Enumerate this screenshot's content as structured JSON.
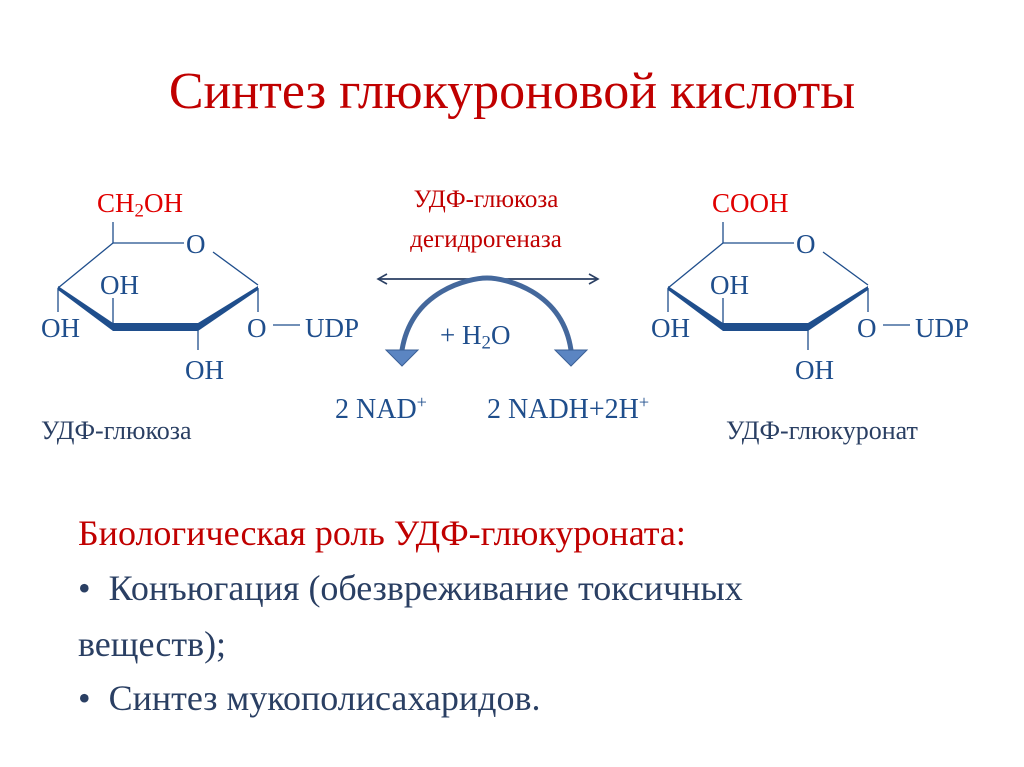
{
  "slide": {
    "title": "Синтез глюкуроновой кислоты",
    "colors": {
      "title": "#c00000",
      "structure": "#1f4e8c",
      "text": "#2a3f63",
      "highlight": "#e00000"
    }
  },
  "reaction": {
    "substrate": {
      "name": "УДФ-глюкоза",
      "c6_group": {
        "prefix": "CH",
        "sub": "2",
        "suffix": "OH"
      },
      "ring_oxygen": "O",
      "hydroxyls": [
        "OH",
        "OH",
        "OH"
      ],
      "anomeric_o": "O",
      "udp": "UDP"
    },
    "enzyme": {
      "line1": "УДФ-глюкоза",
      "line2": "дегидрогеназа"
    },
    "water": {
      "prefix": "+ H",
      "sub": "2",
      "suffix": "O"
    },
    "cofactor_in": {
      "text": "2 NAD",
      "sup": "+"
    },
    "cofactor_out": {
      "text": "2 NADH+2H",
      "sup": "+"
    },
    "product": {
      "name": "УДФ-глюкуронат",
      "c6_group": "COOH",
      "ring_oxygen": "O",
      "hydroxyls": [
        "OH",
        "OH",
        "OH"
      ],
      "anomeric_o": "O",
      "udp": "UDP"
    }
  },
  "role": {
    "heading": "Биологическая роль УДФ-глюкуроната:",
    "items": [
      {
        "bullet": "•",
        "line1": "Конъюгация (обезвреживание токсичных",
        "line2": "веществ);"
      },
      {
        "bullet": "•",
        "line1": "Синтез мукополисахаридов."
      }
    ]
  }
}
